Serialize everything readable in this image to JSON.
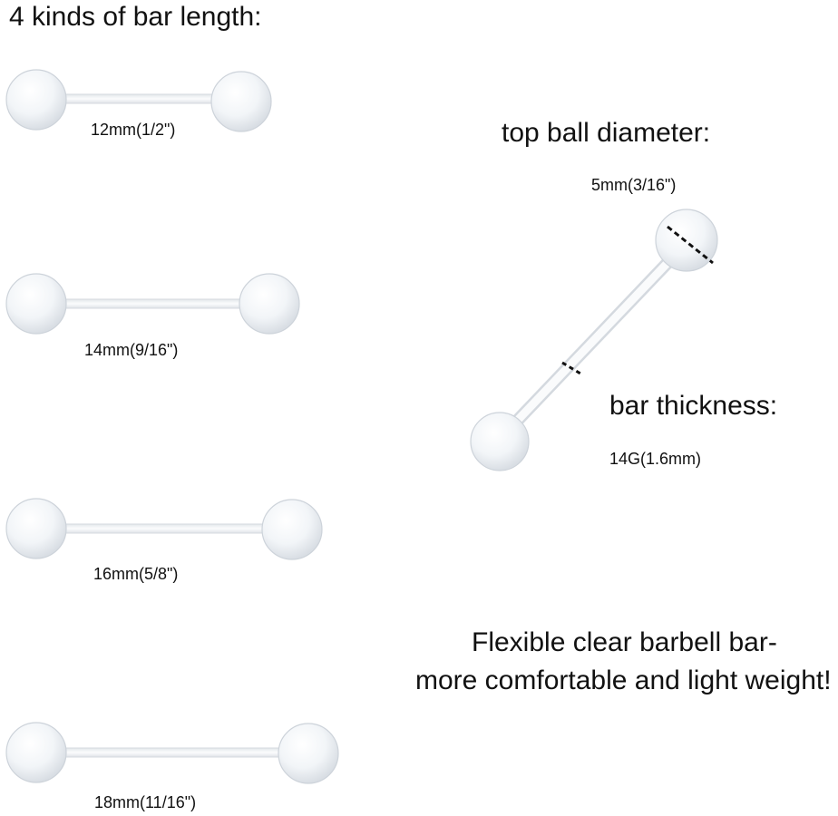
{
  "lengths": {
    "heading": "4 kinds of bar length:",
    "items": [
      {
        "label": "12mm(1/2\")"
      },
      {
        "label": "14mm(9/16\")"
      },
      {
        "label": "16mm(5/8\")"
      },
      {
        "label": "18mm(11/16\")"
      }
    ]
  },
  "top_ball": {
    "heading": "top ball diameter:",
    "value": "5mm(3/16\")"
  },
  "bar_thickness": {
    "heading": "bar thickness:",
    "value": "14G(1.6mm)"
  },
  "feature": {
    "line1": "Flexible clear barbell bar-",
    "line2": "more comfortable and light weight!"
  }
}
